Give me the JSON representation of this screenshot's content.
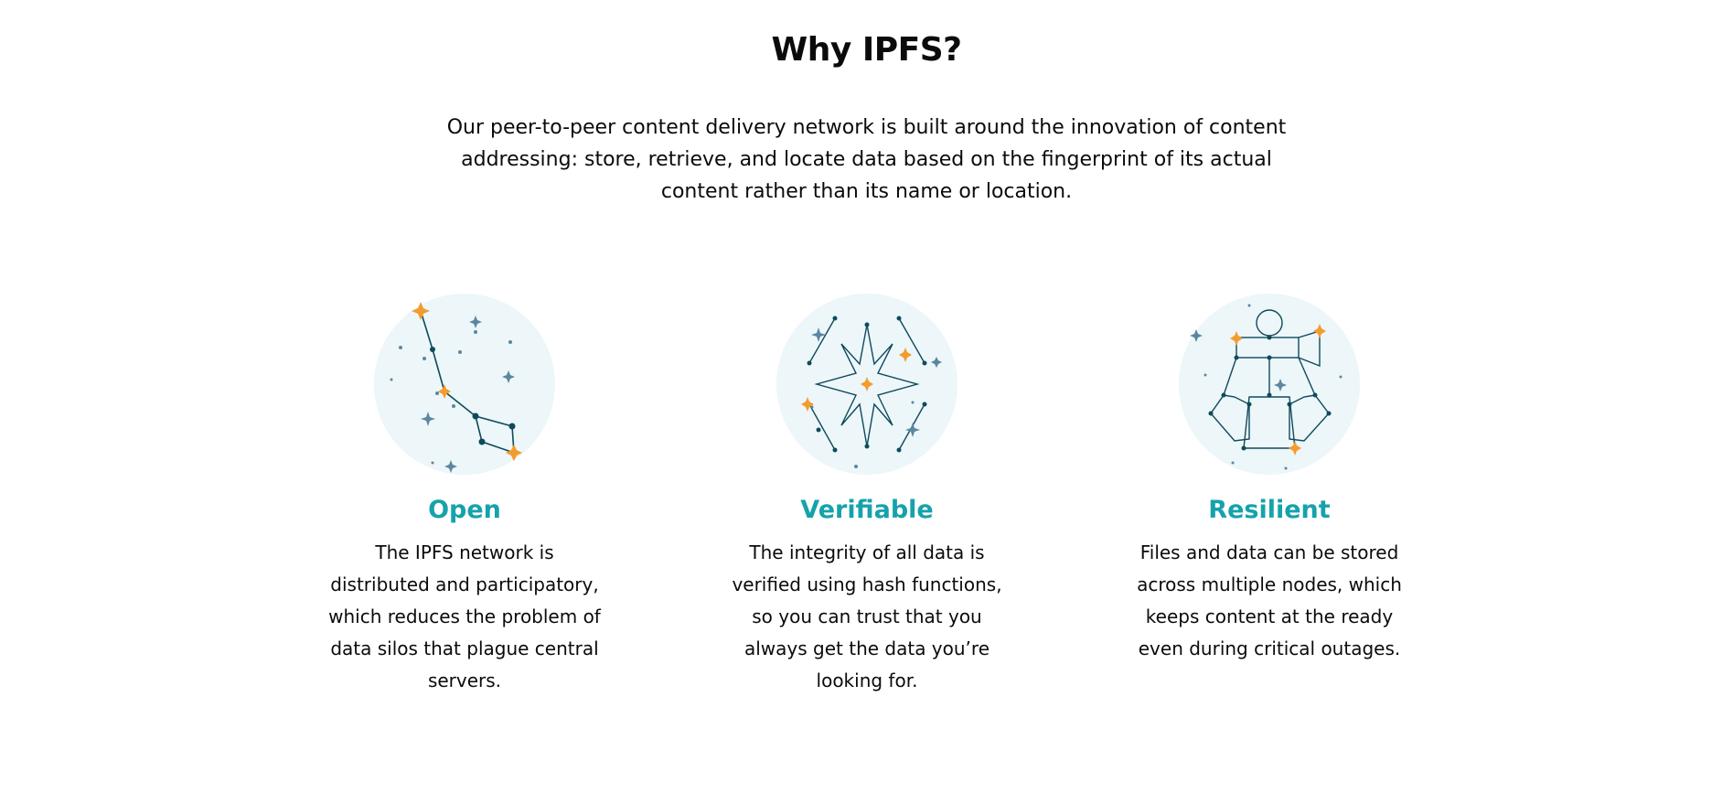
{
  "section": {
    "title": "Why IPFS?",
    "lead": "Our peer-to-peer content delivery network is built around the innovation of content addressing: store, retrieve, and locate data based on the fingerprint of its actual content rather than its name or location."
  },
  "features": [
    {
      "title": "Open",
      "icon": "big-dipper-constellation-icon",
      "text": "The IPFS network is distributed and participatory, which reduces the problem of data silos that plague central servers."
    },
    {
      "title": "Verifiable",
      "icon": "compass-star-constellation-icon",
      "text": "The integrity of all data is verified using hash functions, so you can trust that you always get the data you’re looking for."
    },
    {
      "title": "Resilient",
      "icon": "figure-constellation-icon",
      "text": "Files and data can be stored across multiple nodes, which keeps content at the ready even during critical outages."
    }
  ],
  "colors": {
    "accent": "#16a2ab",
    "line": "#0e4a5c",
    "star_orange": "#f39c2c",
    "star_blue": "#5a87a0",
    "circle": "#edf6f9"
  }
}
